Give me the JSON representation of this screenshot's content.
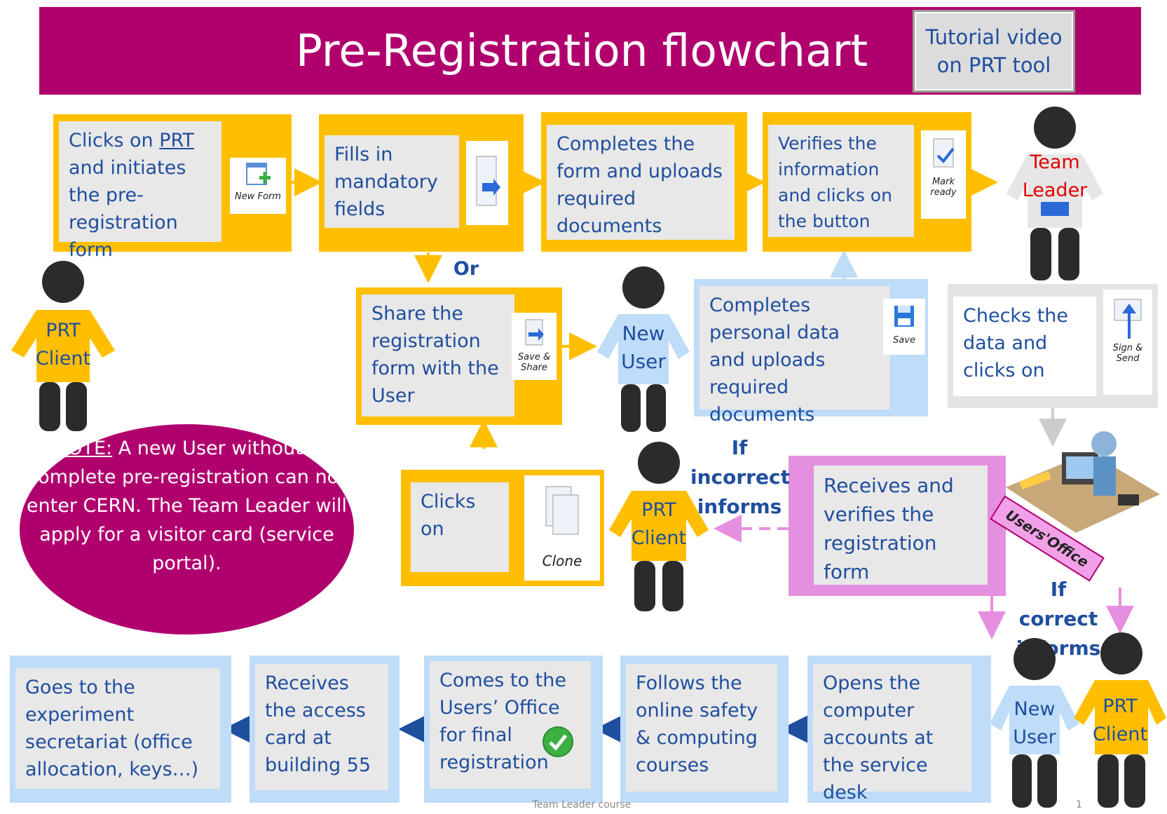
{
  "title": "Pre-Registration flowchart",
  "tutorial_button": "Tutorial video on PRT tool",
  "top_row": [
    {
      "pre": "Clicks on ",
      "link": "PRT",
      "post": " and initiates the pre-registration form",
      "icon_label": "New Form"
    },
    {
      "text": "Fills in mandatory fields"
    },
    {
      "text": "Completes the form and uploads required documents"
    },
    {
      "text": "Verifies the information and clicks on the button",
      "icon_label": "Mark ready"
    }
  ],
  "or_label": "Or",
  "share_box": {
    "text": "Share the registration form with the User",
    "icon_label": "Save & Share"
  },
  "completes_box": {
    "text": "Completes personal data and uploads required documents",
    "icon_label": "Save"
  },
  "checks_box": {
    "text": "Checks the data and clicks on",
    "icon_label": "Sign & Send"
  },
  "clone_box": {
    "text": "Clicks on",
    "icon_label": "Clone"
  },
  "receives_box": {
    "text": "Receives and verifies the registration form"
  },
  "if_incorrect": "If incorrect informs",
  "if_correct": "If correct informs",
  "users_office": "Users'Office",
  "note": {
    "underlined": "NOTE:",
    "text": " A new User without a complete pre-registration can not enter CERN. The Team Leader will apply for a visitor card (service portal)."
  },
  "people": {
    "prt_client": "PRT Client",
    "team_leader": "Team Leader",
    "new_user": "New User"
  },
  "bottom_row": [
    {
      "text": "Goes to the experiment secretariat (office allocation, keys…)"
    },
    {
      "text": "Receives the access card at building 55"
    },
    {
      "text": "Comes to the Users’ Office for final registration"
    },
    {
      "text": "Follows the online safety & computing courses"
    },
    {
      "text": "Opens the computer accounts at the service desk"
    }
  ],
  "footer": "Team Leader course",
  "page_number": "1",
  "colors": {
    "magenta": "#b0006e",
    "yellow": "#ffbf00",
    "light_blue": "#bfdcf8",
    "text_blue": "#1f4e9e",
    "pink": "#e58fe0",
    "green_check": "#3cb043"
  }
}
